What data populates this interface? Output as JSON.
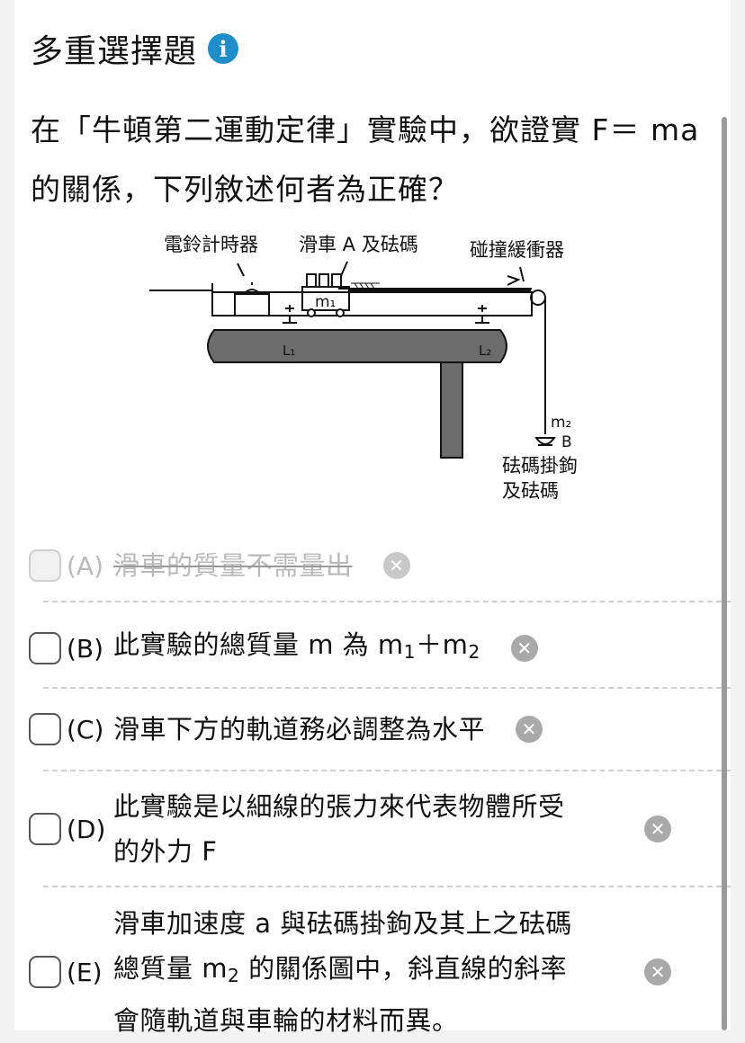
{
  "header": {
    "title": "多重選擇題",
    "info_icon": "info-icon",
    "accent": "#1f8dc7"
  },
  "question": {
    "text": "在「牛頓第二運動定律」實驗中，欲證實 F＝ ma 的關係，下列敘述何者為正確？"
  },
  "diagram": {
    "label_timer": "電鈴計時器",
    "label_cart": "滑車 A 及砝碼",
    "label_bumper": "碰撞緩衝器",
    "label_m1": "m₁",
    "label_L1": "L₁",
    "label_L2": "L₂",
    "label_m2": "m₂",
    "label_B": "B",
    "label_hook_line1": "砝碼掛鉤",
    "label_hook_line2": "及砝碼"
  },
  "options": [
    {
      "letter": "(A)",
      "text": "滑車的質量不需量出",
      "state": "eliminated"
    },
    {
      "letter": "(B)",
      "text_prefix": "此實驗的總質量 m 為 m",
      "sub1": "1",
      "mid": "＋m",
      "sub2": "2"
    },
    {
      "letter": "(C)",
      "text": "滑車下方的軌道務必調整為水平"
    },
    {
      "letter": "(D)",
      "line1": "此實驗是以細線的張力來代表物體所受",
      "line2": "的外力 F"
    },
    {
      "letter": "(E)",
      "line1": "滑車加速度 a 與砝碼掛鉤及其上之砝碼",
      "line2_prefix": "總質量 m",
      "line2_sub": "2",
      "line2_suffix": " 的關係圖中，斜直線的斜率",
      "line3": "會隨軌道與車輪的材料而異。"
    }
  ],
  "icons": {
    "checkbox": "checkbox-icon",
    "eliminate": "close-circle-icon"
  }
}
